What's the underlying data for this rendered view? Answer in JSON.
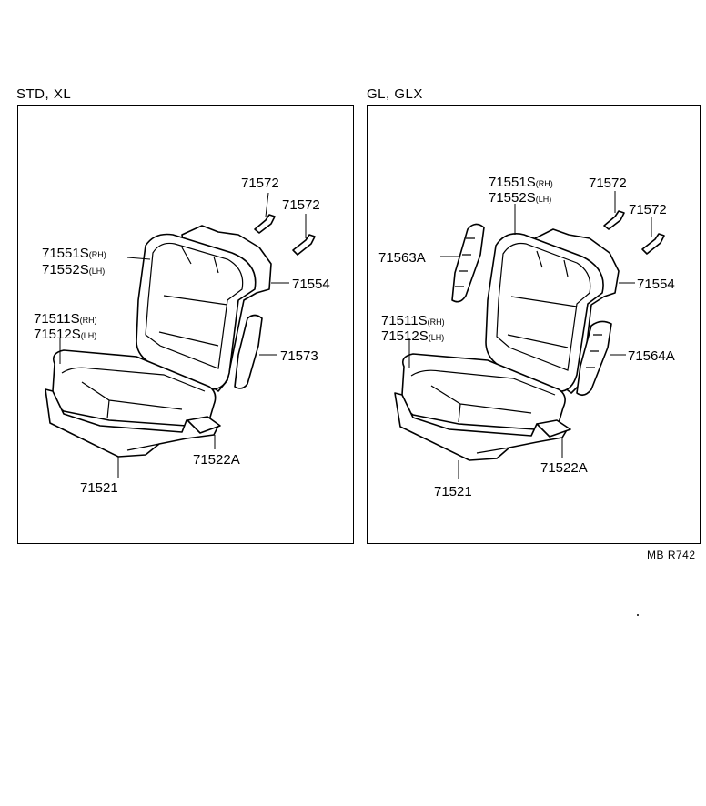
{
  "left_panel": {
    "title": "STD, XL",
    "labels": {
      "grip_a": "71572",
      "grip_b": "71572",
      "back_cover_rh": "71551S",
      "back_cover_rh_sub": "(RH)",
      "back_cover_lh": "71552S",
      "back_cover_lh_sub": "(LH)",
      "back_panel": "71554",
      "cushion_rh": "71511S",
      "cushion_rh_sub": "(RH)",
      "cushion_lh": "71512S",
      "cushion_lh_sub": "(LH)",
      "side_pad": "71573",
      "base": "71521",
      "rail_cover": "71522A"
    }
  },
  "right_panel": {
    "title": "GL, GLX",
    "labels": {
      "back_cover_rh": "71551S",
      "back_cover_rh_sub": "(RH)",
      "back_cover_lh": "71552S",
      "back_cover_lh_sub": "(LH)",
      "grip_a": "71572",
      "grip_b": "71572",
      "side_support_left": "71563A",
      "back_panel": "71554",
      "cushion_rh": "71511S",
      "cushion_rh_sub": "(RH)",
      "cushion_lh": "71512S",
      "cushion_lh_sub": "(LH)",
      "side_support_right": "71564A",
      "rail_cover": "71522A",
      "base": "71521"
    }
  },
  "drawing_code": "MB R742"
}
